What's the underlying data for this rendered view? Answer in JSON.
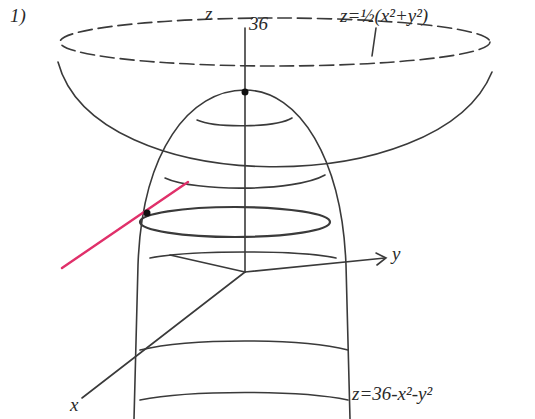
{
  "diagram": {
    "labels": [
      "1)",
      "z",
      "36",
      "z=½(x²+y²)",
      "y",
      "x",
      "z=36-x²-y²"
    ]
  }
}
